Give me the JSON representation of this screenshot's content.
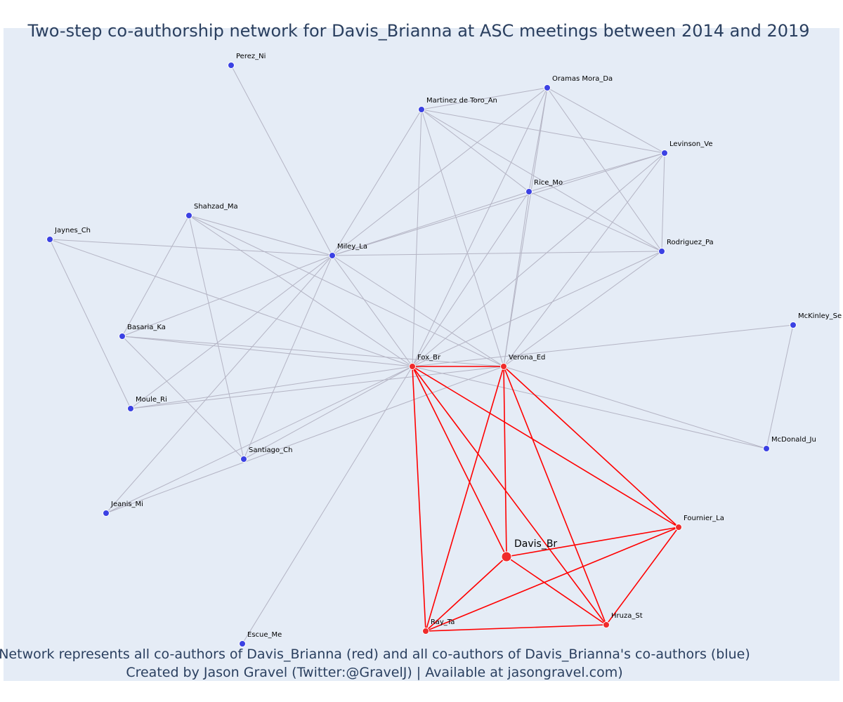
{
  "title": "Two-step co-authorship network for Davis_Brianna at ASC meetings between 2014 and 2019",
  "caption": {
    "line1": "Network represents all co-authors of Davis_Brianna (red) and all co-authors of Davis_Brianna's co-authors (blue)",
    "line2": "Created by Jason Gravel (Twitter:@GravelJ) | Available at jasongravel.com)"
  },
  "colors": {
    "background": "#e5ecf6",
    "text": "#2a3f5f",
    "blue_node": "#3b41e3",
    "red_node": "#ef2b2b",
    "grey_edge": "#b4b4c4",
    "red_edge": "#ff0000"
  },
  "chart_data": {
    "type": "network",
    "focal": "Davis_Br",
    "nodes": [
      {
        "id": "Davis_Br",
        "group": "focal"
      },
      {
        "id": "Fox_Br",
        "group": "red"
      },
      {
        "id": "Verona_Ed",
        "group": "red"
      },
      {
        "id": "Fournier_La",
        "group": "red"
      },
      {
        "id": "Hruza_St",
        "group": "red"
      },
      {
        "id": "Ray_Ta",
        "group": "red"
      },
      {
        "id": "Perez_Ni",
        "group": "blue"
      },
      {
        "id": "Oramas Mora_Da",
        "group": "blue"
      },
      {
        "id": "Martinez de Toro_An",
        "group": "blue"
      },
      {
        "id": "Levinson_Ve",
        "group": "blue"
      },
      {
        "id": "Rice_Mo",
        "group": "blue"
      },
      {
        "id": "Shahzad_Ma",
        "group": "blue"
      },
      {
        "id": "Jaynes_Ch",
        "group": "blue"
      },
      {
        "id": "Miley_La",
        "group": "blue"
      },
      {
        "id": "Rodriguez_Pa",
        "group": "blue"
      },
      {
        "id": "Basaria_Ka",
        "group": "blue"
      },
      {
        "id": "McKinley_Se",
        "group": "blue"
      },
      {
        "id": "Moule_Ri",
        "group": "blue"
      },
      {
        "id": "Santiago_Ch",
        "group": "blue"
      },
      {
        "id": "McDonald_Ju",
        "group": "blue"
      },
      {
        "id": "Jeanis_Mi",
        "group": "blue"
      },
      {
        "id": "Escue_Me",
        "group": "blue"
      }
    ],
    "edges_red": [
      [
        "Fox_Br",
        "Verona_Ed"
      ],
      [
        "Fox_Br",
        "Davis_Br"
      ],
      [
        "Fox_Br",
        "Ray_Ta"
      ],
      [
        "Fox_Br",
        "Hruza_St"
      ],
      [
        "Fox_Br",
        "Fournier_La"
      ],
      [
        "Verona_Ed",
        "Davis_Br"
      ],
      [
        "Verona_Ed",
        "Ray_Ta"
      ],
      [
        "Verona_Ed",
        "Hruza_St"
      ],
      [
        "Verona_Ed",
        "Fournier_La"
      ],
      [
        "Davis_Br",
        "Ray_Ta"
      ],
      [
        "Davis_Br",
        "Hruza_St"
      ],
      [
        "Davis_Br",
        "Fournier_La"
      ],
      [
        "Ray_Ta",
        "Hruza_St"
      ],
      [
        "Ray_Ta",
        "Fournier_La"
      ],
      [
        "Hruza_St",
        "Fournier_La"
      ]
    ],
    "edges_grey": [
      [
        "Perez_Ni",
        "Miley_La"
      ],
      [
        "Oramas Mora_Da",
        "Martinez de Toro_An"
      ],
      [
        "Oramas Mora_Da",
        "Levinson_Ve"
      ],
      [
        "Oramas Mora_Da",
        "Rice_Mo"
      ],
      [
        "Oramas Mora_Da",
        "Miley_La"
      ],
      [
        "Oramas Mora_Da",
        "Rodriguez_Pa"
      ],
      [
        "Oramas Mora_Da",
        "Fox_Br"
      ],
      [
        "Oramas Mora_Da",
        "Verona_Ed"
      ],
      [
        "Martinez de Toro_An",
        "Levinson_Ve"
      ],
      [
        "Martinez de Toro_An",
        "Rice_Mo"
      ],
      [
        "Martinez de Toro_An",
        "Miley_La"
      ],
      [
        "Martinez de Toro_An",
        "Rodriguez_Pa"
      ],
      [
        "Martinez de Toro_An",
        "Fox_Br"
      ],
      [
        "Martinez de Toro_An",
        "Verona_Ed"
      ],
      [
        "Levinson_Ve",
        "Rice_Mo"
      ],
      [
        "Levinson_Ve",
        "Miley_La"
      ],
      [
        "Levinson_Ve",
        "Rodriguez_Pa"
      ],
      [
        "Levinson_Ve",
        "Fox_Br"
      ],
      [
        "Levinson_Ve",
        "Verona_Ed"
      ],
      [
        "Rice_Mo",
        "Miley_La"
      ],
      [
        "Rice_Mo",
        "Rodriguez_Pa"
      ],
      [
        "Rice_Mo",
        "Fox_Br"
      ],
      [
        "Rice_Mo",
        "Verona_Ed"
      ],
      [
        "Rodriguez_Pa",
        "Miley_La"
      ],
      [
        "Rodriguez_Pa",
        "Fox_Br"
      ],
      [
        "Rodriguez_Pa",
        "Verona_Ed"
      ],
      [
        "Shahzad_Ma",
        "Miley_La"
      ],
      [
        "Shahzad_Ma",
        "Fox_Br"
      ],
      [
        "Shahzad_Ma",
        "Verona_Ed"
      ],
      [
        "Shahzad_Ma",
        "Basaria_Ka"
      ],
      [
        "Shahzad_Ma",
        "Santiago_Ch"
      ],
      [
        "Jaynes_Ch",
        "Miley_La"
      ],
      [
        "Jaynes_Ch",
        "Fox_Br"
      ],
      [
        "Jaynes_Ch",
        "Moule_Ri"
      ],
      [
        "Miley_La",
        "Fox_Br"
      ],
      [
        "Miley_La",
        "Verona_Ed"
      ],
      [
        "Miley_La",
        "Basaria_Ka"
      ],
      [
        "Miley_La",
        "Moule_Ri"
      ],
      [
        "Miley_La",
        "Santiago_Ch"
      ],
      [
        "Miley_La",
        "Jeanis_Mi"
      ],
      [
        "Basaria_Ka",
        "Fox_Br"
      ],
      [
        "Basaria_Ka",
        "Verona_Ed"
      ],
      [
        "Basaria_Ka",
        "Santiago_Ch"
      ],
      [
        "Moule_Ri",
        "Fox_Br"
      ],
      [
        "Moule_Ri",
        "Verona_Ed"
      ],
      [
        "Santiago_Ch",
        "Fox_Br"
      ],
      [
        "Jeanis_Mi",
        "Fox_Br"
      ],
      [
        "Jeanis_Mi",
        "Verona_Ed"
      ],
      [
        "McKinley_Se",
        "Fox_Br"
      ],
      [
        "McKinley_Se",
        "McDonald_Ju"
      ],
      [
        "McDonald_Ju",
        "Fox_Br"
      ],
      [
        "McDonald_Ju",
        "Verona_Ed"
      ],
      [
        "Escue_Me",
        "Fox_Br"
      ]
    ]
  }
}
